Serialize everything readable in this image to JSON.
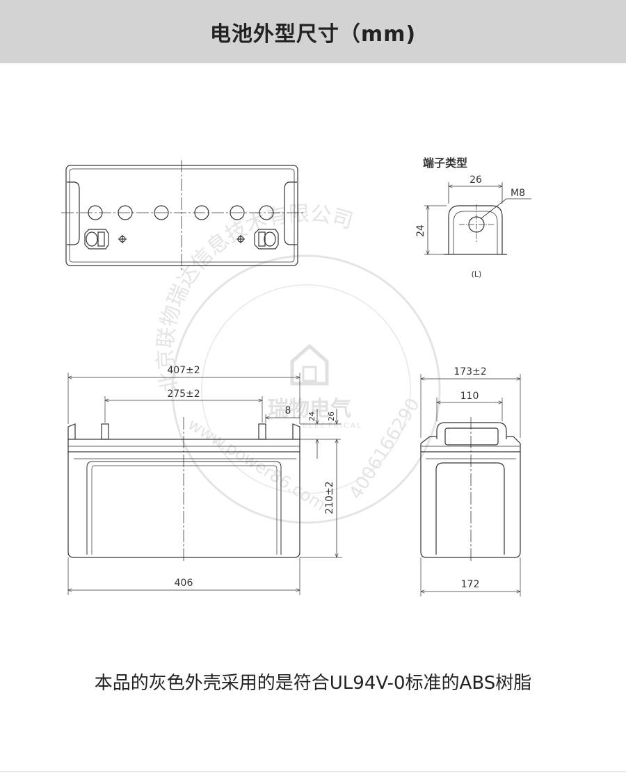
{
  "header": {
    "title": "电池外型尺寸（mm)"
  },
  "terminal": {
    "title": "端子类型",
    "width_label": "26",
    "height_label": "24",
    "bolt_label": "M8",
    "type_label": "(L)"
  },
  "front": {
    "overall_length": "407±2",
    "terminal_spacing": "275±2",
    "terminal_offset": "8",
    "terminal_height": "24",
    "terminal_height_total": "26",
    "height": "210±2",
    "base_length": "406"
  },
  "side": {
    "overall_width": "173±2",
    "handle_width": "110",
    "base_width": "172"
  },
  "watermark": {
    "company": "北京联物瑞达信息技术有限公司",
    "brand": "瑞物电气",
    "brand_en": "ELECTRICAL",
    "url": "www.power86.com",
    "phone": "4006166290"
  },
  "caption": {
    "text": "本品的灰色外壳采用的是符合UL94V-0标准的ABS树脂"
  },
  "colors": {
    "header_bg": "#d3d3d3",
    "line": "#333333",
    "watermark": "#e4e4e4"
  }
}
